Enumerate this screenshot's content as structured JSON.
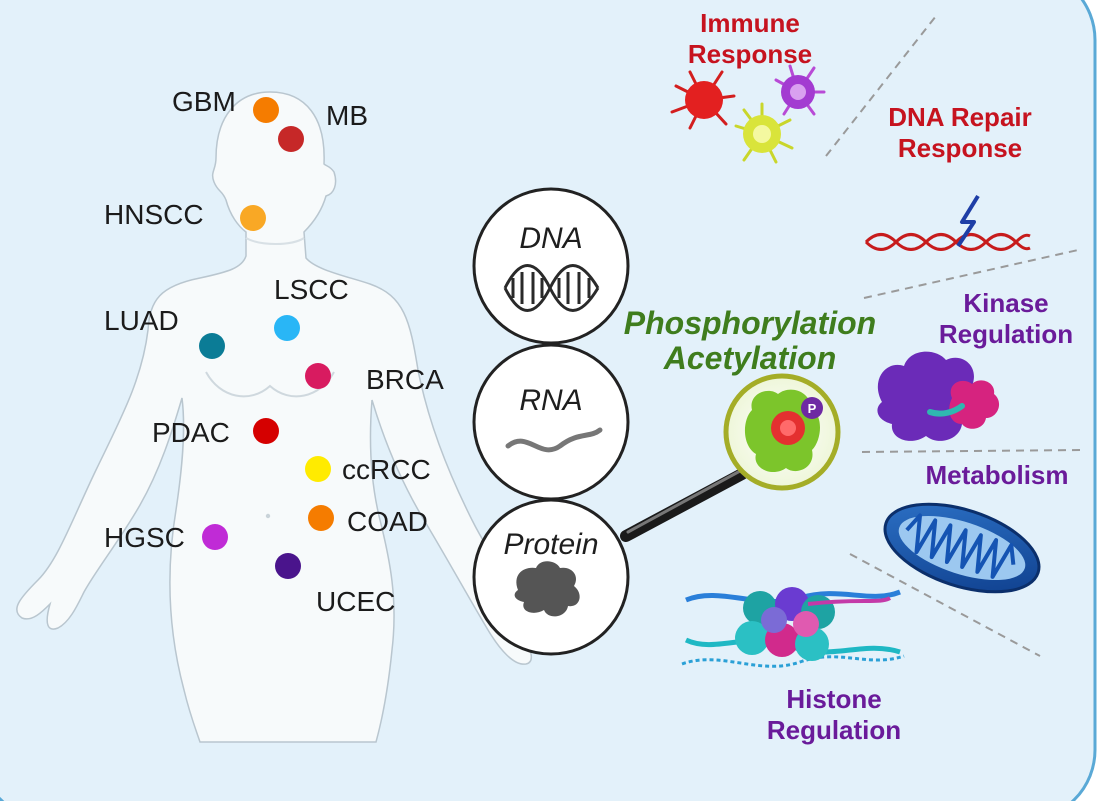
{
  "cancer_types": [
    {
      "label": "GBM",
      "color": "#f57c00"
    },
    {
      "label": "MB",
      "color": "#c62828"
    },
    {
      "label": "HNSCC",
      "color": "#f9a825"
    },
    {
      "label": "LSCC",
      "color": "#29b6f6"
    },
    {
      "label": "LUAD",
      "color": "#0b7c96"
    },
    {
      "label": "BRCA",
      "color": "#d81b60"
    },
    {
      "label": "PDAC",
      "color": "#d50000"
    },
    {
      "label": "ccRCC",
      "color": "#ffeb00"
    },
    {
      "label": "COAD",
      "color": "#f57c00"
    },
    {
      "label": "HGSC",
      "color": "#c02bd6"
    },
    {
      "label": "UCEC",
      "color": "#4a148c"
    }
  ],
  "omics": {
    "dna": "DNA",
    "rna": "RNA",
    "protein": "Protein"
  },
  "ptm": {
    "line1": "Phosphorylation",
    "line2": "Acetylation",
    "phospho_mark": "P"
  },
  "categories": {
    "immune": {
      "line1": "Immune",
      "line2": "Response"
    },
    "dna_repair": {
      "line1": "DNA Repair",
      "line2": "Response"
    },
    "kinase": {
      "line1": "Kinase",
      "line2": "Regulation"
    },
    "metabolism": {
      "line1": "Metabolism"
    },
    "histone": {
      "line1": "Histone",
      "line2": "Regulation"
    }
  },
  "colors": {
    "background": "#e3f1fa",
    "red_text": "#c6131f",
    "purple_text": "#6a1b9a",
    "green_text": "#3f7d1d"
  }
}
